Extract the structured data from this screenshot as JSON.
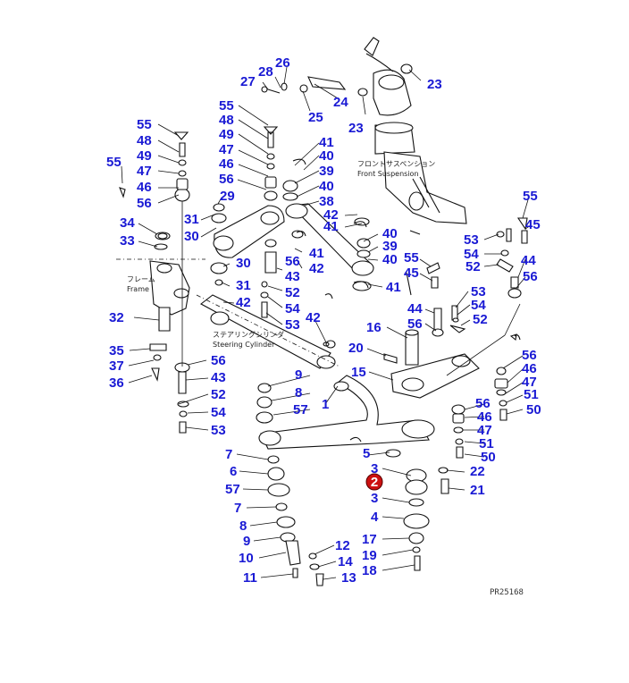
{
  "diagram": {
    "labels": {
      "front_suspension_jp": "フロントサスペンション",
      "front_suspension_en": "Front Suspension",
      "frame_jp": "フレーム",
      "frame_en": "Frame",
      "steering_cylinder_jp": "ステアリングシリンダ",
      "steering_cylinder_en": "Steering Cylinder"
    },
    "drawing_code": "PR25168",
    "highlighted_callout": "2",
    "callouts": [
      "23",
      "24",
      "25",
      "26",
      "27",
      "28",
      "55",
      "48",
      "49",
      "47",
      "46",
      "56",
      "41",
      "40",
      "39",
      "38",
      "42",
      "29",
      "31",
      "30",
      "43",
      "52",
      "54",
      "53",
      "34",
      "33",
      "32",
      "35",
      "37",
      "36",
      "45",
      "44",
      "16",
      "20",
      "15",
      "9",
      "8",
      "57",
      "1",
      "5",
      "3",
      "22",
      "21",
      "4",
      "7",
      "6",
      "10",
      "11",
      "12",
      "13",
      "14",
      "17",
      "18",
      "19",
      "50",
      "51"
    ]
  }
}
